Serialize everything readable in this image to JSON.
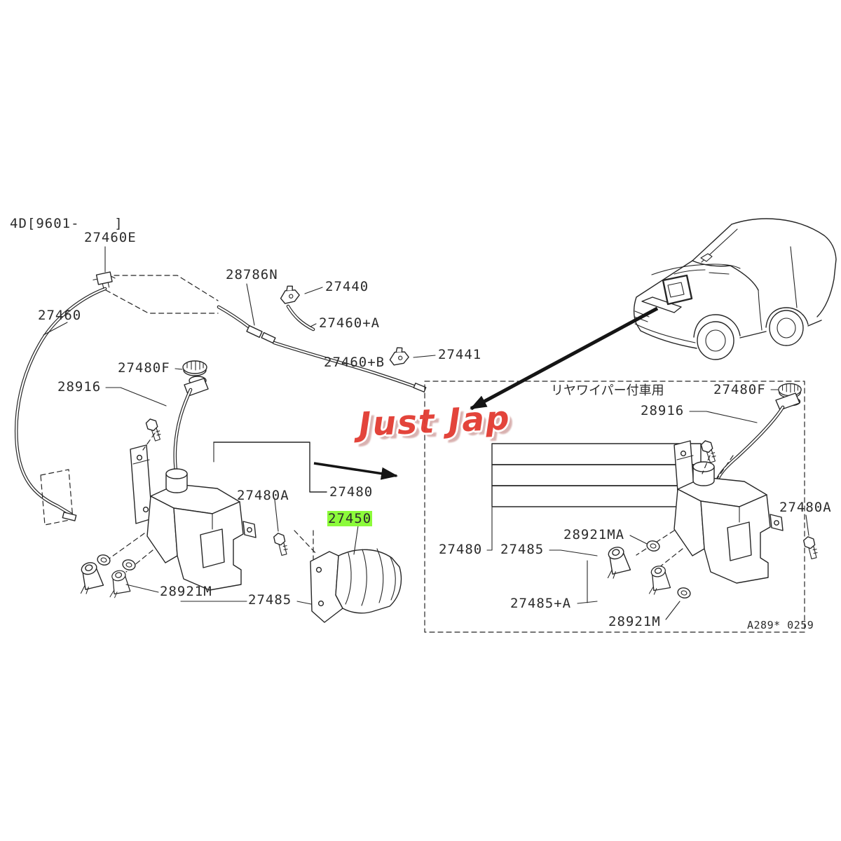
{
  "watermark": {
    "text": "Just Jap",
    "color": "#e23b31"
  },
  "highlight": {
    "color": "#8cfb3a",
    "highlighted_part": "27450"
  },
  "labels": {
    "header": "4D[9601-    ]",
    "l_27460E": "27460E",
    "l_27460": "27460",
    "l_28786N": "28786N",
    "l_27440": "27440",
    "l_27460A": "27460+A",
    "l_27460B": "27460+B",
    "l_27441": "27441",
    "l_27480F": "27480F",
    "l_28916": "28916",
    "l_27480A": "27480A",
    "l_27480": "27480",
    "l_27450": "27450",
    "l_28921M": "28921M",
    "l_27485": "27485",
    "r_title": "リヤワイパー付車用",
    "r_28916": "28916",
    "r_27480F": "27480F",
    "r_27480A": "27480A",
    "r_28921MA": "28921MA",
    "r_27480": "27480",
    "r_27485": "27485",
    "r_27485A": "27485+A",
    "r_28921M": "28921M",
    "code": "A289* 0259"
  }
}
